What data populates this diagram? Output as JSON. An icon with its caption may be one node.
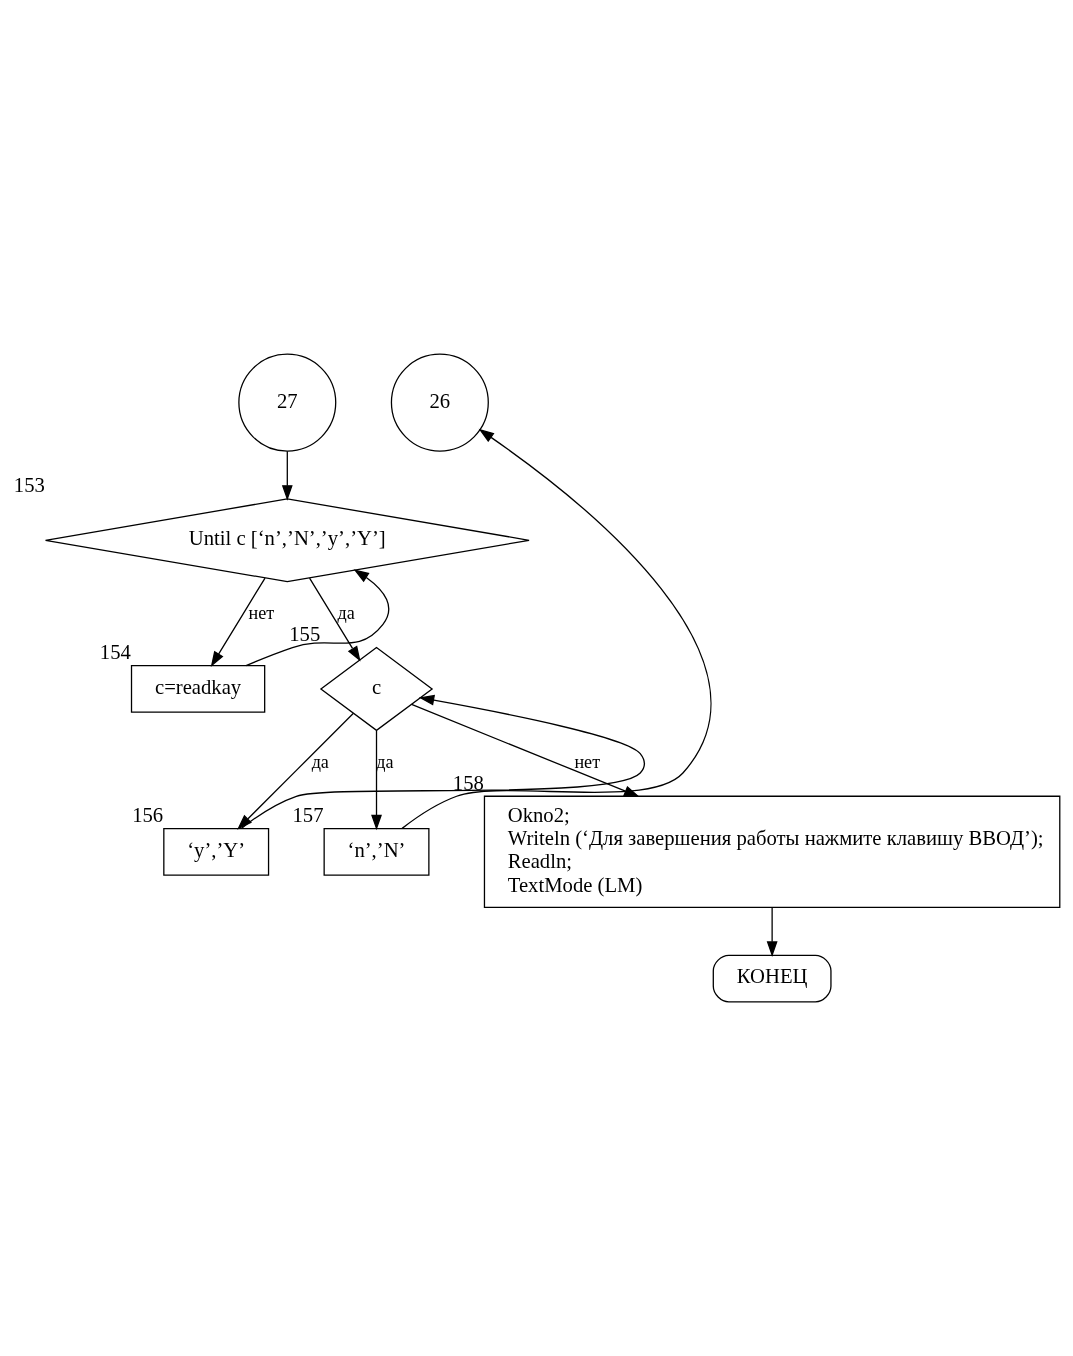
{
  "diagram": {
    "nodes": [
      {
        "text": [
          "27"
        ]
      },
      {
        "text": [
          "26"
        ]
      },
      {
        "text": [
          "Until c [‘n’,’N’,’y’,’Y’]"
        ],
        "beside": [
          "153"
        ]
      },
      {
        "text": [
          "c=readkay"
        ],
        "beside": [
          "154"
        ]
      },
      {
        "text": [
          "c"
        ],
        "beside": [
          "155"
        ]
      },
      {
        "text": [
          "‘y’,’Y’"
        ],
        "beside": [
          "156"
        ]
      },
      {
        "text": [
          "‘n’,’N’"
        ],
        "beside": [
          "157"
        ]
      },
      {
        "text": [
          "Okno2;",
          "Writeln (‘Для завершения работы нажмите клавишу ВВОД’);",
          "Readln;",
          "TextMode (LM)"
        ],
        "beside": [
          "158"
        ]
      },
      {
        "text": [
          "КОНЕЦ"
        ]
      }
    ],
    "edges": [
      {
        "from": 0,
        "to": 2,
        "arrow": "to"
      },
      {
        "from": 2,
        "to": 3,
        "arrow": "to",
        "label": "нет"
      },
      {
        "from": 3,
        "to": 2,
        "arrow": "to"
      },
      {
        "from": 2,
        "to": 4,
        "arrow": "to",
        "label": "да"
      },
      {
        "from": 4,
        "to": 5,
        "arrow": "to",
        "label": "да"
      },
      {
        "from": 5,
        "to": 4,
        "arrow": "to"
      },
      {
        "from": 4,
        "to": 6,
        "arrow": "to",
        "label": "да"
      },
      {
        "from": 6,
        "to": 1,
        "arrow": "to"
      },
      {
        "from": 4,
        "to": 7,
        "arrow": "to",
        "label": "нет"
      },
      {
        "from": 7,
        "to": 8,
        "arrow": "to"
      }
    ]
  }
}
